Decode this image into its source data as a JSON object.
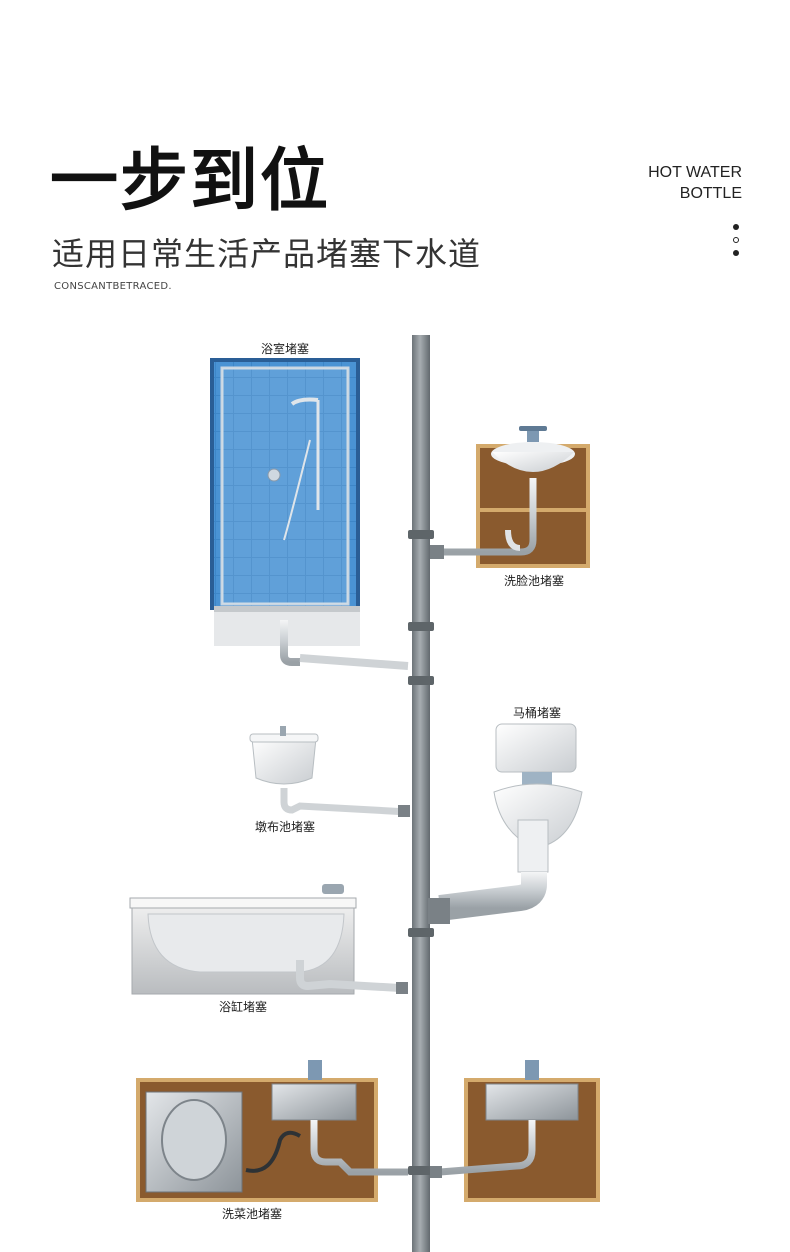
{
  "hero": {
    "title": "一步到位",
    "subtitle": "适用日常生活产品堵塞下水道",
    "english": "CONSCANTBETRACED."
  },
  "brand": {
    "line1": "HOT WATER",
    "line2": "BOTTLE"
  },
  "labels": {
    "bathroom": "浴室堵塞",
    "washbasin": "洗脸池堵塞",
    "toilet": "马桶堵塞",
    "mop_sink": "墩布池堵塞",
    "bathtub": "浴缸堵塞",
    "kitchen_sink": "洗菜池堵塞"
  },
  "colors": {
    "pipe": "#8d9499",
    "cabinet": "#8a5a2e",
    "tile": "#3b82c4"
  }
}
